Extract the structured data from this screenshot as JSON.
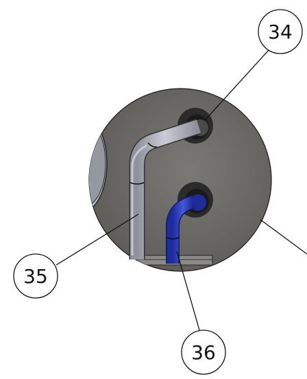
{
  "callouts": [
    {
      "number": "34",
      "part": "upper-hose-grommet"
    },
    {
      "number": "35",
      "part": "gray-pipe"
    },
    {
      "number": "36",
      "part": "blue-hose"
    }
  ],
  "colors": {
    "background": "#ffffff",
    "detail_circle_fill": "#6e6d69",
    "grommet": "#2b2b2b",
    "gray_pipe": "#aeb1bb",
    "blue_hose": "#2d3fbf",
    "leader_line": "#111111"
  }
}
